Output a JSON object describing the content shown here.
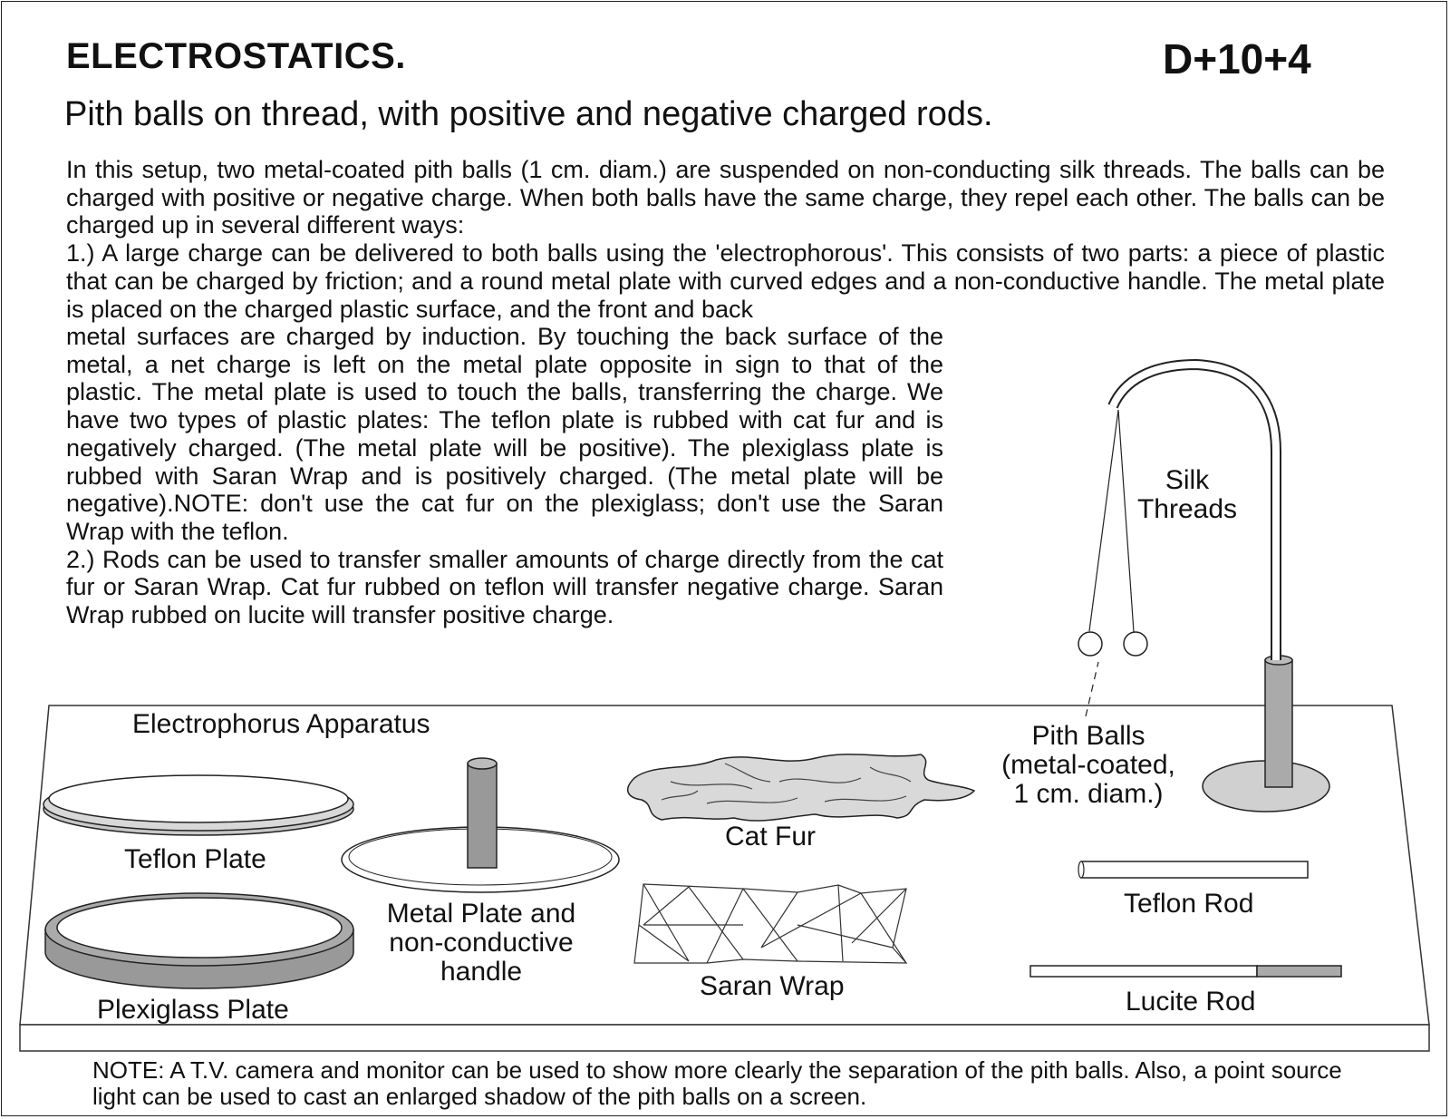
{
  "header": {
    "title": "ELECTROSTATICS.",
    "code": "D+10+4",
    "subtitle": "Pith balls on thread, with positive and negative charged rods."
  },
  "description": {
    "intro": "In this setup, two metal-coated pith balls (1 cm. diam.) are suspended on non-conducting silk threads. The balls can be charged with positive or negative charge.  When both balls have the same charge, they repel each other. The balls can be charged up in several different ways:",
    "item1_start": "1.) A large charge can be delivered to both balls using the 'electrophorous'. This consists of two parts: a piece of plastic that can be charged by friction; and a round metal plate with curved edges and a non-conductive handle. The metal plate is placed on the charged plastic surface, and the front and back",
    "item1_cont": "metal surfaces are charged by induction. By touching the back surface of the metal, a net charge is left on the metal plate opposite in sign to that of the plastic. The metal plate is used to touch the balls, transferring the charge. We have two types of plastic plates: The teflon plate is rubbed with cat fur and is negatively charged. (The metal plate will be positive). The plexiglass plate is rubbed with Saran Wrap and is positively charged. (The metal plate will be negative).NOTE: don't use the cat fur on the plexiglass; don't use the Saran Wrap with the teflon.",
    "item2": "2.) Rods can be used to transfer smaller amounts of charge directly from the cat fur or Saran Wrap.  Cat fur rubbed on teflon will transfer negative charge.  Saran Wrap rubbed on lucite will transfer positive charge."
  },
  "labels": {
    "electrophorus": "Electrophorus Apparatus",
    "teflon_plate": "Teflon Plate",
    "plexiglass_plate": "Plexiglass Plate",
    "metal_plate_line1": "Metal Plate and",
    "metal_plate_line2": "non-conductive",
    "metal_plate_line3": "handle",
    "cat_fur": "Cat Fur",
    "saran_wrap": "Saran Wrap",
    "silk_line1": "Silk",
    "silk_line2": "Threads",
    "pith_line1": "Pith Balls",
    "pith_line2": "(metal-coated,",
    "pith_line3": "1 cm. diam.)",
    "teflon_rod": "Teflon Rod",
    "lucite_rod": "Lucite Rod"
  },
  "footer_note": "NOTE:  A T.V. camera and monitor can be used to show more clearly the separation of the pith balls.  Also, a point source light  can be used to cast an enlarged shadow of the pith balls on a screen."
}
